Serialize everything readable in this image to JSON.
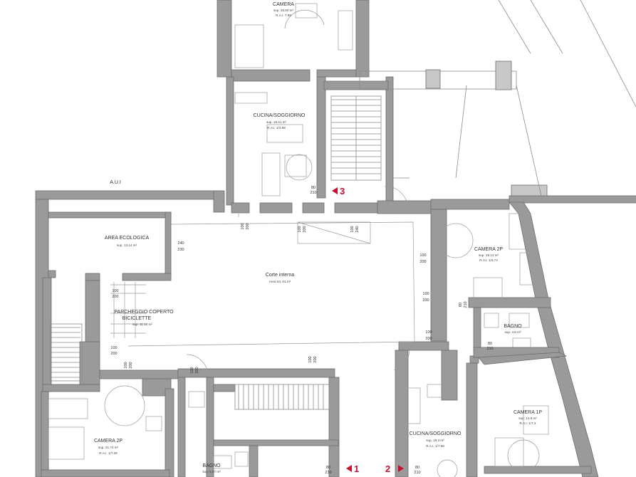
{
  "rooms": {
    "camera_top": {
      "name": "CAMERA",
      "sup": "sup. 26.80 m²",
      "rai": "R.A.I. 7.88"
    },
    "cucina_top": {
      "name": "CUCINA/SOGGIORNO",
      "sup": "sup. 18.41 m²",
      "rai": "R.A.I. 1/3.88"
    },
    "aui": {
      "name": "A.U.I"
    },
    "area_ecologica": {
      "name": "AREA ECOLOGICA",
      "sup": "sup. 13.14 m²"
    },
    "corte": {
      "name": "Corte interna",
      "sup": "Area tot. 81 m²"
    },
    "parcheggio": {
      "name": "PARCHEGGIO COPERTO",
      "name2": "BICICLETTE",
      "sup": "sup. 11.18 m²"
    },
    "camera_2p_right": {
      "name": "CAMERA 2P",
      "sup": "sup. 18.14 m²",
      "rai": "R.A.I. 1/3.74"
    },
    "bagno_right": {
      "name": "BAGNO",
      "sup": "sup. 4.6 m²"
    },
    "camera_1p": {
      "name": "CAMERA 1P",
      "sup": "sup. 14.8 m²",
      "rai": "R.A.I. 1/7.3"
    },
    "cucina_bottom": {
      "name": "CUCINA/SOGGIORNO",
      "sup": "sup. 19.3 m²",
      "rai": "R.A.I. 1/7.68"
    },
    "camera_2p_left": {
      "name": "CAMERA 2P",
      "sup": "sup. 21.74 m²",
      "rai": "R.A.I. 1/7.26"
    },
    "bagno_left": {
      "name": "BAGNO",
      "sup": "sup. 5.87 m²"
    }
  },
  "dims": {
    "d1": [
      "100",
      "200"
    ],
    "d2": [
      "100",
      "200"
    ],
    "d3": [
      "100",
      "240"
    ],
    "d4": [
      "240",
      "230"
    ],
    "d5": [
      "100",
      "200"
    ],
    "d6": [
      "100",
      "200"
    ],
    "d7": [
      "100",
      "200"
    ],
    "d8": [
      "100",
      "200"
    ],
    "d9": [
      "100",
      "200"
    ],
    "d10": [
      "100",
      "200"
    ],
    "d11": [
      "100",
      "200"
    ],
    "d12": [
      "100",
      "200"
    ],
    "d13": [
      "80",
      "210"
    ],
    "d14": [
      "80",
      "210"
    ],
    "d15": [
      "80",
      "210"
    ],
    "d16": [
      "80",
      "210"
    ],
    "d17": [
      "80",
      "210"
    ]
  },
  "markers": {
    "m1": "1",
    "m2": "2",
    "m3": "3"
  }
}
